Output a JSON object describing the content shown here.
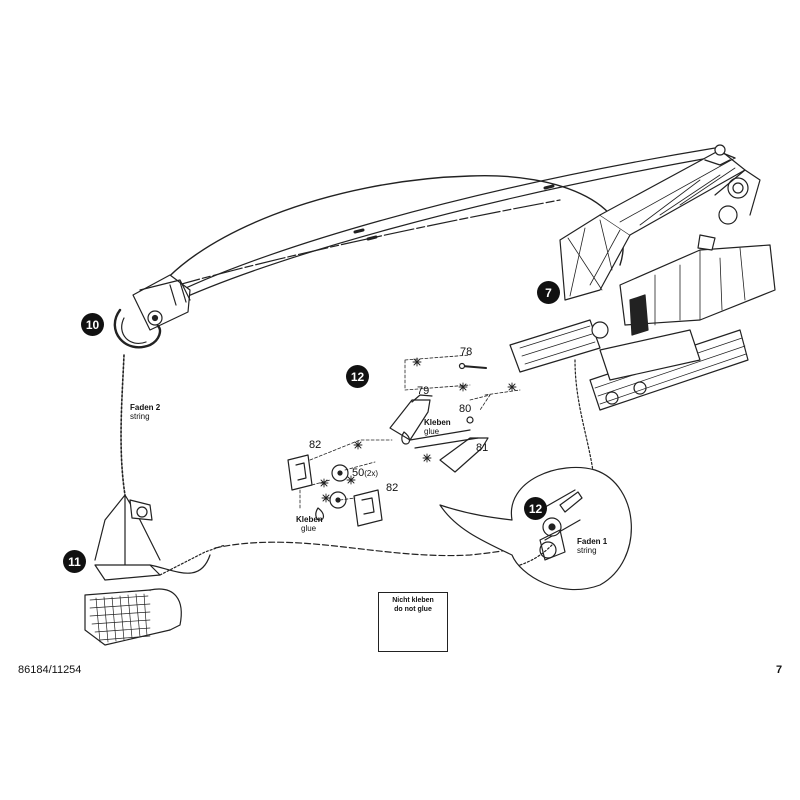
{
  "steps": [
    "7",
    "10",
    "11",
    "12",
    "12"
  ],
  "part_numbers": {
    "p78": "78",
    "p79": "79",
    "p80": "80",
    "p81": "81",
    "p82a": "82",
    "p82b": "82",
    "p50": "50",
    "p50_qty": "(2x)"
  },
  "callouts": {
    "faden2_de": "Faden 2",
    "faden2_en": "string",
    "faden1_de": "Faden 1",
    "faden1_en": "string",
    "kleben1_de": "Kleben",
    "kleben1_en": "glue",
    "kleben2_de": "Kleben",
    "kleben2_en": "glue"
  },
  "legend": {
    "line1": "Nicht kleben",
    "line2": "do not glue"
  },
  "footer": {
    "article_number": "86184/11254",
    "page_number": "7"
  },
  "colors": {
    "ink": "#111111",
    "paper": "#ffffff"
  }
}
